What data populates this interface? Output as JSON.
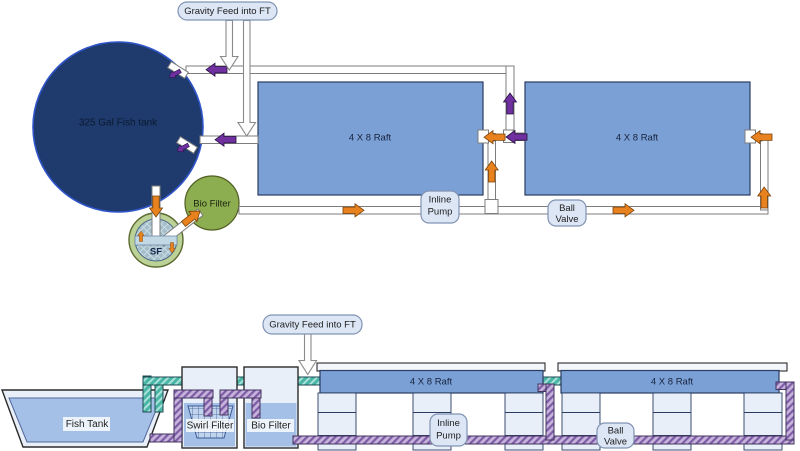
{
  "top_view": {
    "gravity_feed_label": "Gravity Feed into FT",
    "fish_tank_label": "325 Gal Fish tank",
    "bio_filter_label": "Bio Filter",
    "swirl_filter_label": "SF",
    "raft_left_label": "4 X 8 Raft",
    "raft_right_label": "4 X 8 Raft",
    "inline_pump": {
      "line1": "Inline",
      "line2": "Pump"
    },
    "ball_valve": {
      "line1": "Ball",
      "line2": "Valve"
    }
  },
  "side_view": {
    "gravity_feed_label": "Gravity Feed into FT",
    "fish_tank_label": "Fish Tank",
    "swirl_filter_label": "Swirl Filter",
    "bio_filter_label": "Bio Filter",
    "raft_left_label": "4 X 8 Raft",
    "raft_right_label": "4 X 8 Raft",
    "inline_pump": {
      "line1": "Inline",
      "line2": "Pump"
    },
    "ball_valve": {
      "line1": "Ball",
      "line2": "Valve"
    }
  },
  "colors": {
    "supply_arrow": "#E8821E",
    "return_arrow": "#70309F",
    "label_fill": "#DCE6F5",
    "raft_fill": "#7BA0D6",
    "fish_tank_fill": "#1F3A6C",
    "fish_tank_border": "#2F55C8",
    "bio_filter_fill": "#8CAE50",
    "swirl_ring_fill": "#BCD196",
    "swirl_inner_fill": "#A3BDCA",
    "water_fill": "#A5C0E7",
    "teal_pipe_fill": "#49B5A7",
    "purple_pipe_fill": "#C6B3DB"
  }
}
